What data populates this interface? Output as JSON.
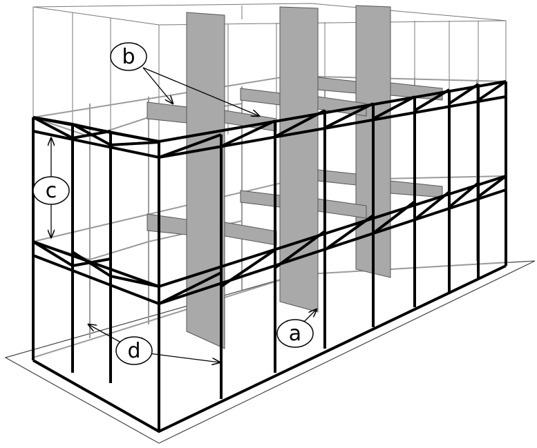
{
  "labels": {
    "a": "a",
    "b": "b",
    "c": "c",
    "d": "d"
  },
  "colors": {
    "frame": "#000000",
    "light_frame": "#999999",
    "core_walls": "#a9a9a9",
    "outline": "#555555"
  }
}
